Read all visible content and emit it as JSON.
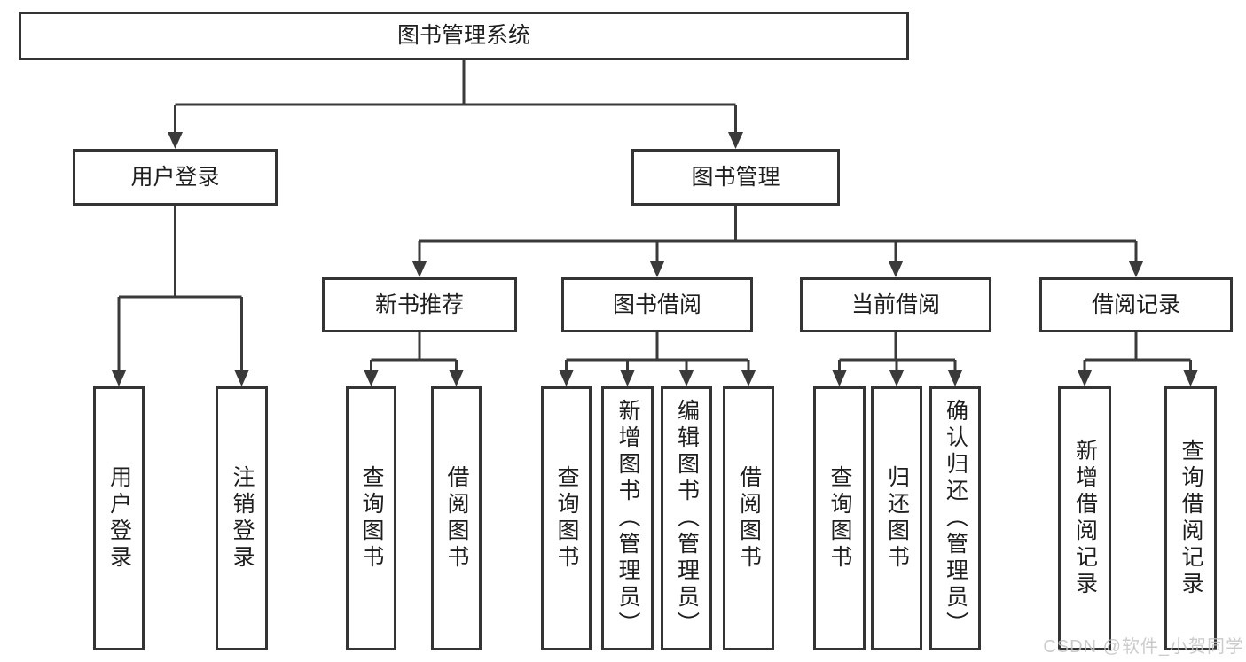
{
  "tree": {
    "label": "图书管理系统",
    "children": [
      {
        "label": "用户登录",
        "children": [
          {
            "label": "用户登录"
          },
          {
            "label": "注销登录"
          }
        ]
      },
      {
        "label": "图书管理",
        "children": [
          {
            "label": "新书推荐",
            "children": [
              {
                "label": "查询图书"
              },
              {
                "label": "借阅图书"
              }
            ]
          },
          {
            "label": "图书借阅",
            "children": [
              {
                "label": "查询图书"
              },
              {
                "label": "新增图书（管理员）"
              },
              {
                "label": "编辑图书（管理员）"
              },
              {
                "label": "借阅图书"
              }
            ]
          },
          {
            "label": "当前借阅",
            "children": [
              {
                "label": "查询图书"
              },
              {
                "label": "归还图书"
              },
              {
                "label": "确认归还（管理员）"
              }
            ]
          },
          {
            "label": "借阅记录",
            "children": [
              {
                "label": "新增借阅记录"
              },
              {
                "label": "查询借阅记录"
              }
            ]
          }
        ]
      }
    ]
  },
  "watermark": {
    "text": "CSDN @软件_小贺同学"
  },
  "colors": {
    "line": "#3a3a3a",
    "box_border": "#343434",
    "text": "#1e1e1e",
    "watermark": "#c2c2c2",
    "background": "#ffffff"
  }
}
